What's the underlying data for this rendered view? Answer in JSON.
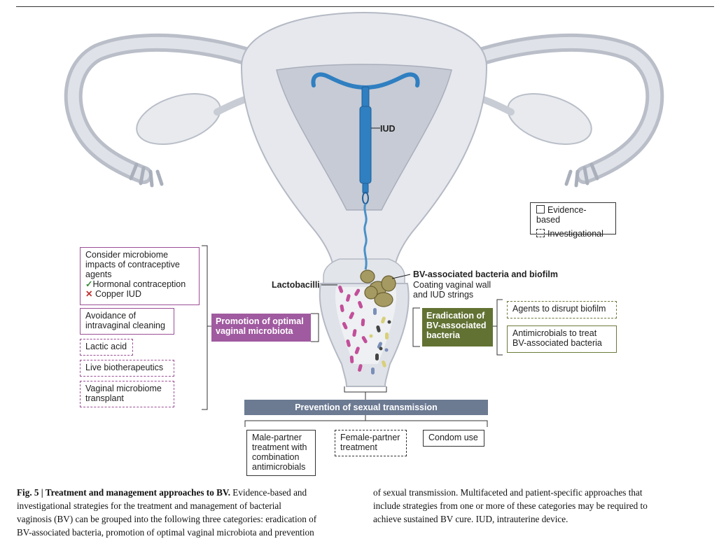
{
  "figure": {
    "iud_label": "IUD",
    "lactobacilli_label": "Lactobacilli",
    "bv_bacteria_label": "BV-associated bacteria and biofilm",
    "bv_bacteria_sub1": "Coating vaginal wall",
    "bv_bacteria_sub2": "and IUD strings"
  },
  "legend": {
    "evidence": "Evidence-based",
    "investigational": "Investigational"
  },
  "promotion": {
    "title_line1": "Promotion of optimal",
    "title_line2": "vaginal microbiota",
    "contraception_line1": "Consider microbiome",
    "contraception_line2": "impacts of contraceptive",
    "contraception_line3": "agents",
    "hormonal": "Hormonal contraception",
    "copper": "Copper IUD",
    "check_glyph": "✓",
    "cross_glyph": "✕",
    "cleaning_line1": "Avoidance of",
    "cleaning_line2": "intravaginal cleaning",
    "lactic": "Lactic acid",
    "live": "Live biotherapeutics",
    "transplant_line1": "Vaginal microbiome",
    "transplant_line2": "transplant"
  },
  "eradication": {
    "title_line1": "Eradication of",
    "title_line2": "BV-associated",
    "title_line3": "bacteria",
    "biofilm": "Agents to disrupt biofilm",
    "antimicrobials_line1": "Antimicrobials to treat",
    "antimicrobials_line2": "BV-associated bacteria"
  },
  "prevention": {
    "title": "Prevention of sexual transmission",
    "male_line1": "Male-partner",
    "male_line2": "treatment with",
    "male_line3": "combination",
    "male_line4": "antimicrobials",
    "female_line1": "Female-partner",
    "female_line2": "treatment",
    "condom": "Condom use"
  },
  "caption": {
    "bold": "Fig. 5 | Treatment and management approaches to BV.",
    "c1_l1": " Evidence-based and",
    "c1_l2": "investigational strategies for the treatment and management of bacterial",
    "c1_l3": "vaginosis (BV) can be grouped into the following three categories: eradication of",
    "c1_l4": "BV-associated bacteria, promotion of optimal vaginal microbiota and prevention",
    "c2_l1": "of sexual transmission. Multifaceted and patient-specific approaches that",
    "c2_l2": "include strategies from one or more of these categories may be required to",
    "c2_l3": "achieve sustained BV cure. IUD, intrauterine device."
  },
  "colors": {
    "purple": "#a05aa0",
    "green": "#627233",
    "slate": "#6c7a92",
    "iud_blue": "#2f7fc1"
  }
}
